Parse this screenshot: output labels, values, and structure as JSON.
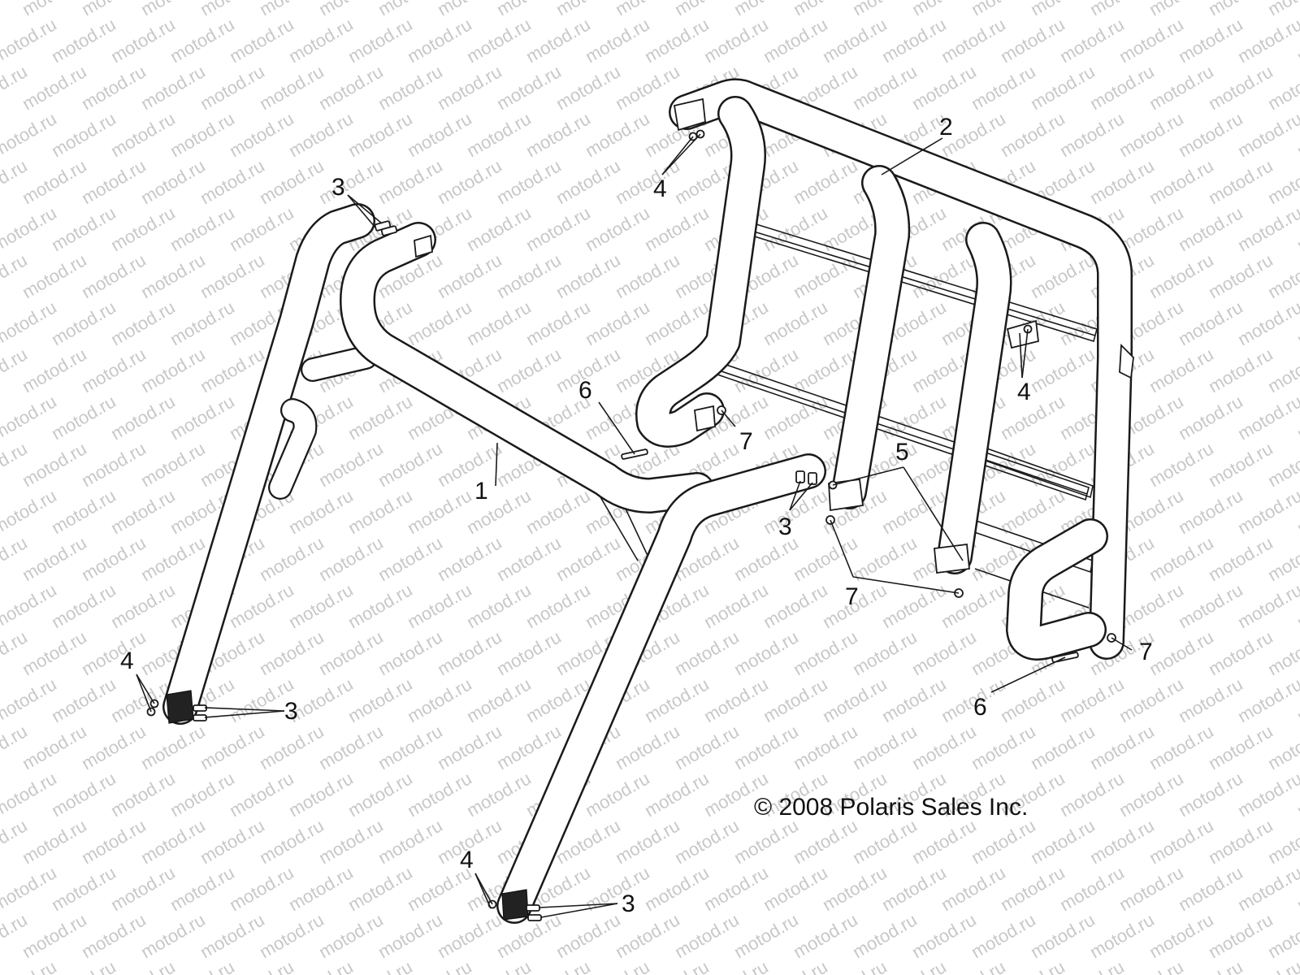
{
  "watermark": {
    "text": "motod.ru"
  },
  "callouts": [
    {
      "id": "c1",
      "label": "1"
    },
    {
      "id": "c2",
      "label": "2"
    },
    {
      "id": "c3a",
      "label": "3"
    },
    {
      "id": "c3b",
      "label": "3"
    },
    {
      "id": "c3c",
      "label": "3"
    },
    {
      "id": "c3d",
      "label": "3"
    },
    {
      "id": "c4a",
      "label": "4"
    },
    {
      "id": "c4b",
      "label": "4"
    },
    {
      "id": "c4c",
      "label": "4"
    },
    {
      "id": "c4d",
      "label": "4"
    },
    {
      "id": "c5",
      "label": "5"
    },
    {
      "id": "c6a",
      "label": "6"
    },
    {
      "id": "c6b",
      "label": "6"
    },
    {
      "id": "c7a",
      "label": "7"
    },
    {
      "id": "c7b",
      "label": "7"
    },
    {
      "id": "c7c",
      "label": "7"
    }
  ],
  "copyright": {
    "text": "© 2008 Polaris Sales Inc."
  },
  "colors": {
    "line": "#1a1a1a",
    "watermark": "#c8c8c8",
    "background": "#ffffff"
  }
}
